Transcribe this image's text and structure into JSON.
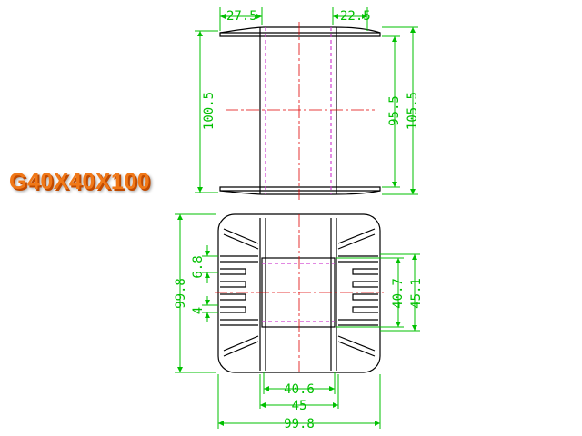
{
  "title": "G40X40X100",
  "colors": {
    "outline": "#000000",
    "dimension": "#00c000",
    "centerline": "#e00000",
    "hidden": "#d040d0",
    "title": "#f07818"
  },
  "side_view": {
    "top_left_dim": "27.5",
    "top_right_dim": "22.5",
    "left_height_dim": "100.5",
    "inner_height_dim": "95.5",
    "outer_height_dim": "105.5"
  },
  "bottom_view": {
    "left_height_dim": "99.8",
    "slot_pitch_dim": "6.8",
    "slot_gap_dim": "4",
    "right_inner_dim": "40.7",
    "right_outer_dim": "45.1",
    "core_width_dim": "40.6",
    "mid_width_dim": "45",
    "overall_width_dim": "99.8"
  }
}
